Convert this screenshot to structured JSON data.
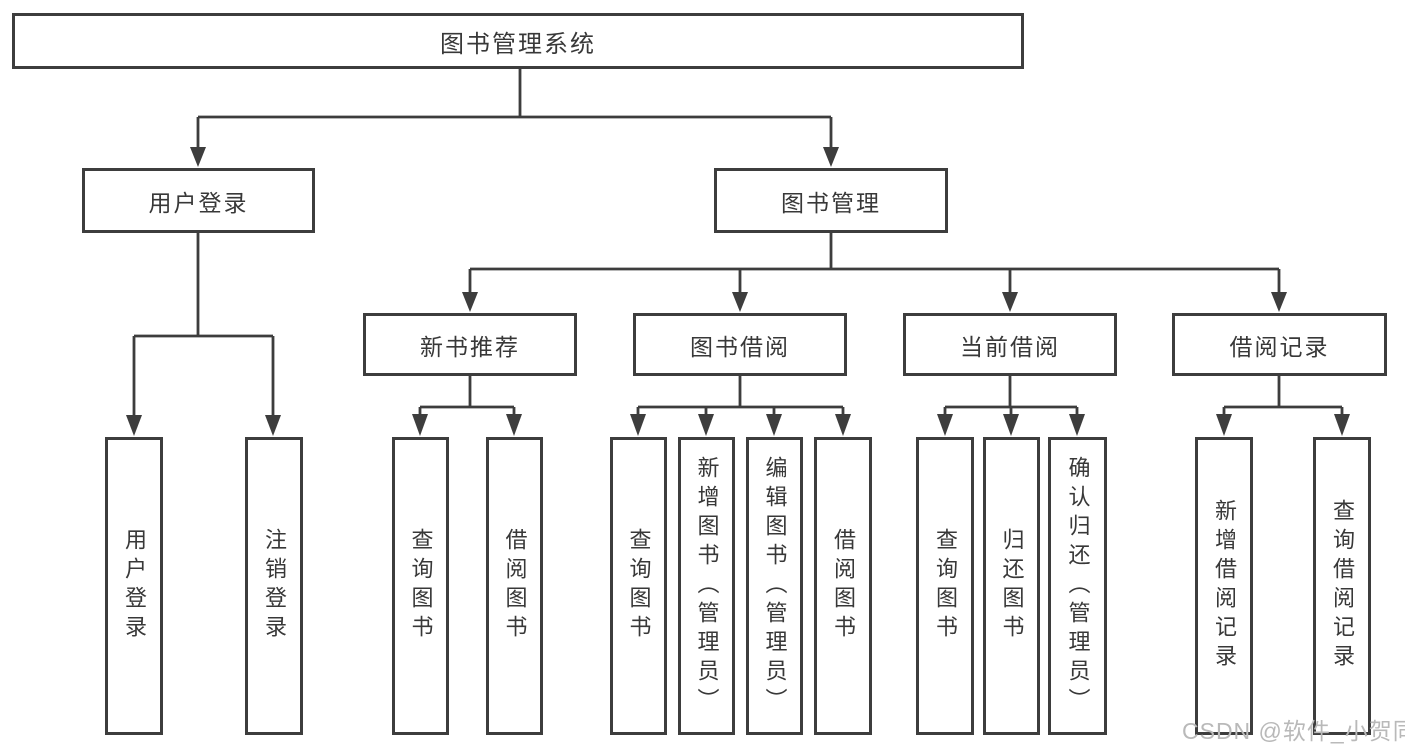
{
  "diagram": {
    "title": "图书管理系统",
    "root": {
      "label": "图书管理系统"
    },
    "level2": [
      {
        "label": "用户登录",
        "parent": "图书管理系统"
      },
      {
        "label": "图书管理",
        "parent": "图书管理系统"
      }
    ],
    "level3": [
      {
        "label": "新书推荐",
        "parent": "图书管理"
      },
      {
        "label": "图书借阅",
        "parent": "图书管理"
      },
      {
        "label": "当前借阅",
        "parent": "图书管理"
      },
      {
        "label": "借阅记录",
        "parent": "图书管理"
      }
    ],
    "leaves": [
      {
        "label": "用户登录",
        "parent": "用户登录"
      },
      {
        "label": "注销登录",
        "parent": "用户登录"
      },
      {
        "label": "查询图书",
        "parent": "新书推荐"
      },
      {
        "label": "借阅图书",
        "parent": "新书推荐"
      },
      {
        "label": "查询图书",
        "parent": "图书借阅"
      },
      {
        "label": "新增图书（管理员）",
        "parent": "图书借阅"
      },
      {
        "label": "编辑图书（管理员）",
        "parent": "图书借阅"
      },
      {
        "label": "借阅图书",
        "parent": "图书借阅"
      },
      {
        "label": "查询图书",
        "parent": "当前借阅"
      },
      {
        "label": "归还图书",
        "parent": "当前借阅"
      },
      {
        "label": "确认归还（管理员）",
        "parent": "当前借阅"
      },
      {
        "label": "新增借阅记录",
        "parent": "借阅记录"
      },
      {
        "label": "查询借阅记录",
        "parent": "借阅记录"
      }
    ],
    "watermark": "CSDN @软件_小贺同学",
    "colors": {
      "line": "#3d3d3d",
      "box_border": "#3d3d3d",
      "text": "#383838",
      "watermark": "#b9b9b9",
      "background": "#ffffff"
    }
  }
}
